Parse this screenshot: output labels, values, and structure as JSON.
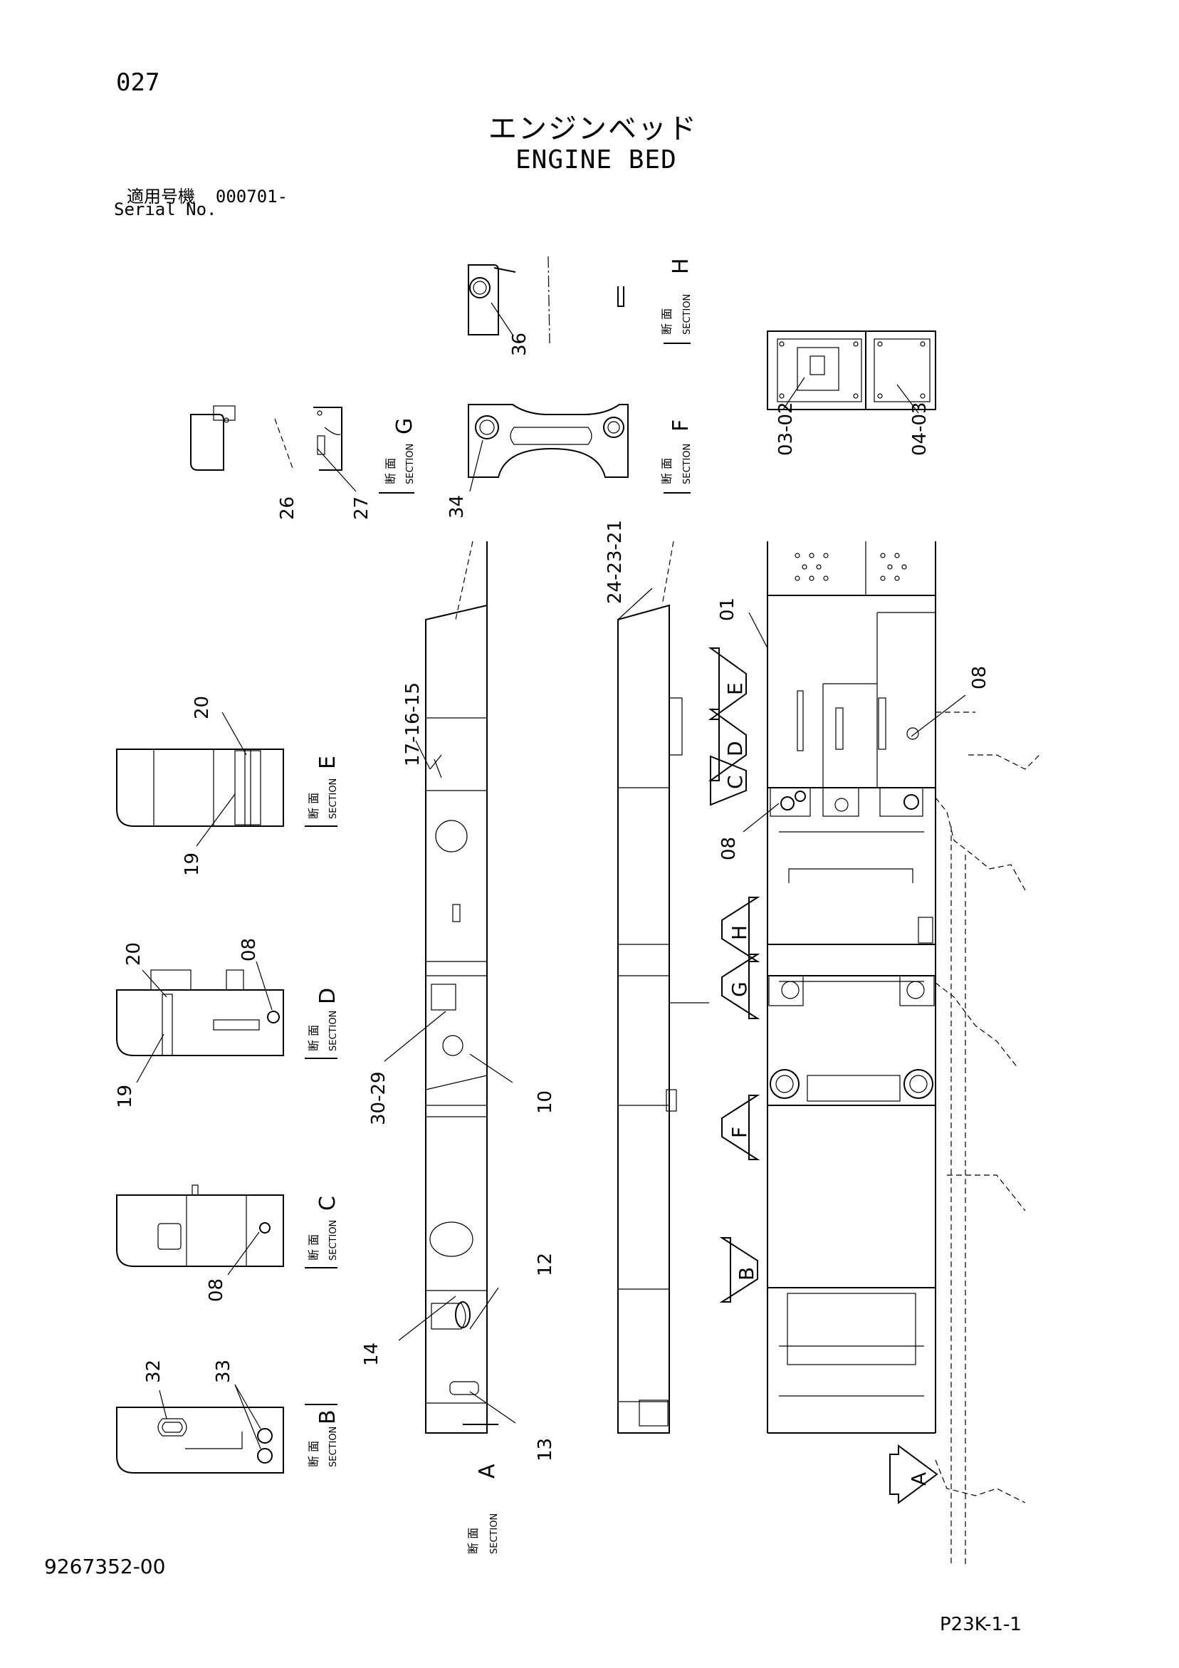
{
  "page_number": "027",
  "title_jp": "エンジンベッド",
  "title_en": "ENGINE BED",
  "serial_label_jp": "適用号機",
  "serial_value": "000701-",
  "serial_label_en": "Serial No.",
  "document_number": "9267352-00",
  "sheet_code": "P23K-1-1",
  "section_word": "SECTION",
  "section_word_jp": "断 面",
  "sections": [
    "A",
    "B",
    "C",
    "D",
    "E",
    "F",
    "G",
    "H"
  ],
  "view_arrows": [
    "E",
    "D",
    "C",
    "H",
    "G",
    "F",
    "B",
    "A"
  ],
  "part_callouts": [
    "01",
    "02",
    "03",
    "04",
    "08",
    "10",
    "12",
    "13",
    "14",
    "15",
    "16",
    "17",
    "19",
    "20",
    "21",
    "23",
    "24",
    "26",
    "27",
    "29",
    "30",
    "32",
    "33",
    "34",
    "36"
  ],
  "callout_stacks": {
    "s_03_02": "03-02",
    "s_04_03": "04-03",
    "s_17_16_15": "17-16-15",
    "s_24_23_21": "24-23-21",
    "s_30_29": "30-29"
  }
}
